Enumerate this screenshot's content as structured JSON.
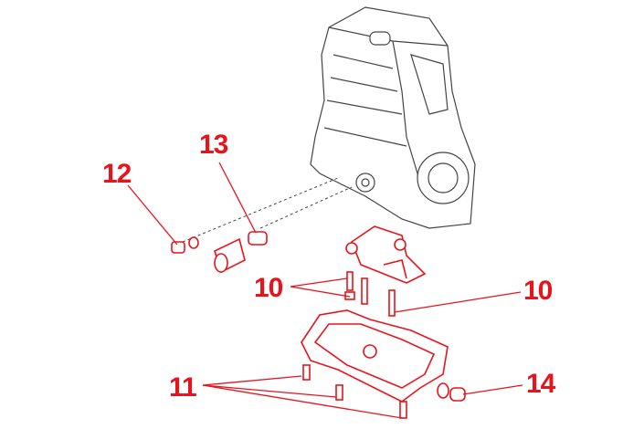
{
  "colors": {
    "accent": "#e8141b",
    "linework": "#555555"
  },
  "callouts": [
    {
      "id": "12",
      "text": "12"
    },
    {
      "id": "13",
      "text": "13"
    },
    {
      "id": "10a",
      "text": "10"
    },
    {
      "id": "10b",
      "text": "10"
    },
    {
      "id": "11",
      "text": "11"
    },
    {
      "id": "14",
      "text": "14"
    }
  ]
}
